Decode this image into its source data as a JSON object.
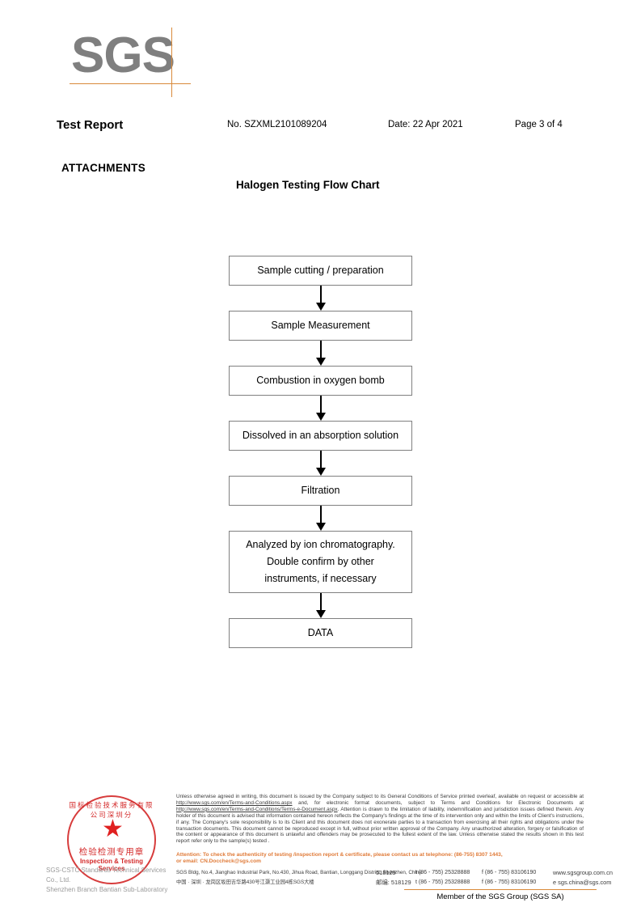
{
  "brand": {
    "logo_text": "SGS",
    "accent_color": "#d98a3a",
    "logo_gray": "#7f7f7f"
  },
  "header": {
    "title": "Test Report",
    "report_no": "No. SZXML2101089204",
    "date": "Date: 22 Apr 2021",
    "page": "Page 3 of 4"
  },
  "section": {
    "attachments_label": "ATTACHMENTS",
    "flow_title": "Halogen Testing Flow Chart"
  },
  "flow_chart": {
    "nodes": [
      {
        "label": "Sample cutting / preparation",
        "lines": [
          "Sample cutting / preparation"
        ]
      },
      {
        "label": "Sample Measurement",
        "lines": [
          "Sample Measurement"
        ]
      },
      {
        "label": "Combustion in oxygen bomb",
        "lines": [
          "Combustion in oxygen bomb"
        ]
      },
      {
        "label": "Dissolved in an absorption solution",
        "lines": [
          "Dissolved in an absorption solution"
        ]
      },
      {
        "label": "Filtration",
        "lines": [
          "Filtration"
        ]
      },
      {
        "label": "Analyzed by ion chromatography. Double confirm by other instruments, if necessary",
        "lines": [
          "Analyzed by ion chromatography.",
          "Double confirm by other",
          "instruments, if necessary"
        ]
      },
      {
        "label": "DATA",
        "lines": [
          "DATA"
        ]
      }
    ]
  },
  "stamp": {
    "arc_text": "国标检验技术服务有限公司深圳分",
    "star": "★",
    "chinese_label": "检验检测专用章",
    "english_label": "Inspection & Testing Services",
    "color": "#d42b2b"
  },
  "company": {
    "line1": "SGS-CSTC Standards Technical Services Co., Ltd.",
    "line2": "Shenzhen Branch Bantian Sub-Laboratory"
  },
  "legal": {
    "paragraph_1": "Unless otherwise agreed in writing, this document is issued by the Company subject to its General Conditions of Service printed overleaf, available on request or accessible at ",
    "link_1": "http://www.sgs.com/en/Terms-and-Conditions.aspx",
    "paragraph_2": " and, for electronic format documents, subject to Terms and Conditions for Electronic Documents at ",
    "link_2": "http://www.sgs.com/en/Terms-and-Conditions/Terms-e-Document.aspx",
    "paragraph_3": ". Attention is drawn to the limitation of liability, indemnification and jurisdiction issues defined therein. Any holder of this document is advised that information contained hereon reflects the Company's findings at the time of its intervention only and within the limits of Client's instructions, if any. The Company's sole responsibility is to its Client and this document does not exonerate parties to a transaction from exercising all their rights and obligations under the transaction documents. This document cannot be reproduced except in full, without prior written approval of the Company. Any unauthorized alteration, forgery or falsification of the content or appearance of this document is unlawful and offenders may be prosecuted to the fullest extent of the law. Unless otherwise stated the results shown in this test report refer only to the sample(s) tested ."
  },
  "attention": {
    "line1": "Attention: To check the authenticity of testing /inspection report & certificate, please contact us at telephone: (86-755) 8307 1443,",
    "line2": "or email: CN.Doccheck@sgs.com"
  },
  "address": {
    "en_line": "SGS Bldg, No.4, Jianghao Industrial Park, No.430, Jihua Road, Bantian, Longgang District, Shenzhen, China",
    "en_postcode": "518129",
    "en_tel": "t (86 - 755) 25328888",
    "en_fax": "f (86 - 755) 83106190",
    "en_web": "www.sgsgroup.com.cn",
    "cn_line": "中国 · 深圳 · 龙岗区坂田吉华路430号江灏工业园4栋SGS大楼",
    "cn_postcode_label": "邮编: 518129",
    "cn_tel": "t (86 - 755) 25328888",
    "cn_fax": "f (86 - 755) 83106190",
    "cn_email": "e  sgs.china@sgs.com"
  },
  "footer": {
    "member_line": "Member of the SGS Group (SGS SA)"
  }
}
